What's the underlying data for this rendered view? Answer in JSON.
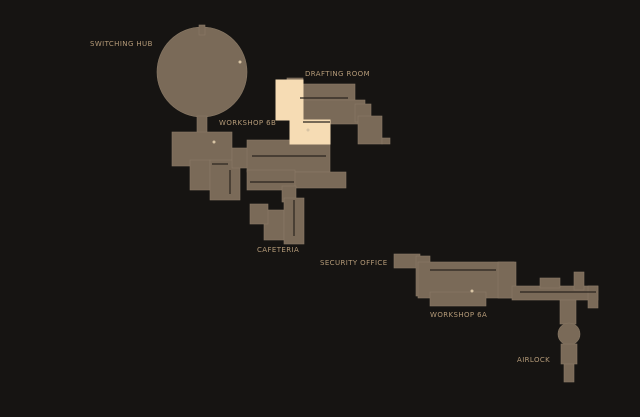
{
  "map": {
    "labels": {
      "switching_hub": "SWITCHING HUB",
      "drafting_room": "DRAFTING ROOM",
      "workshop_6b": "WORKSHOP 6B",
      "cafeteria": "CAFETERIA",
      "security_office": "SECURITY OFFICE",
      "workshop_6a": "WORKSHOP 6A",
      "airlock": "AIRLOCK"
    },
    "highlighted_room": "drafting_room",
    "colors": {
      "background": "#161412",
      "room_fill": "#7a6a58",
      "room_edge": "#8a7a66",
      "highlight_fill": "#f6dcb4",
      "interior_line": "#2a241e",
      "label_text": "#b49a78",
      "marker": "#d8c4a4"
    }
  }
}
